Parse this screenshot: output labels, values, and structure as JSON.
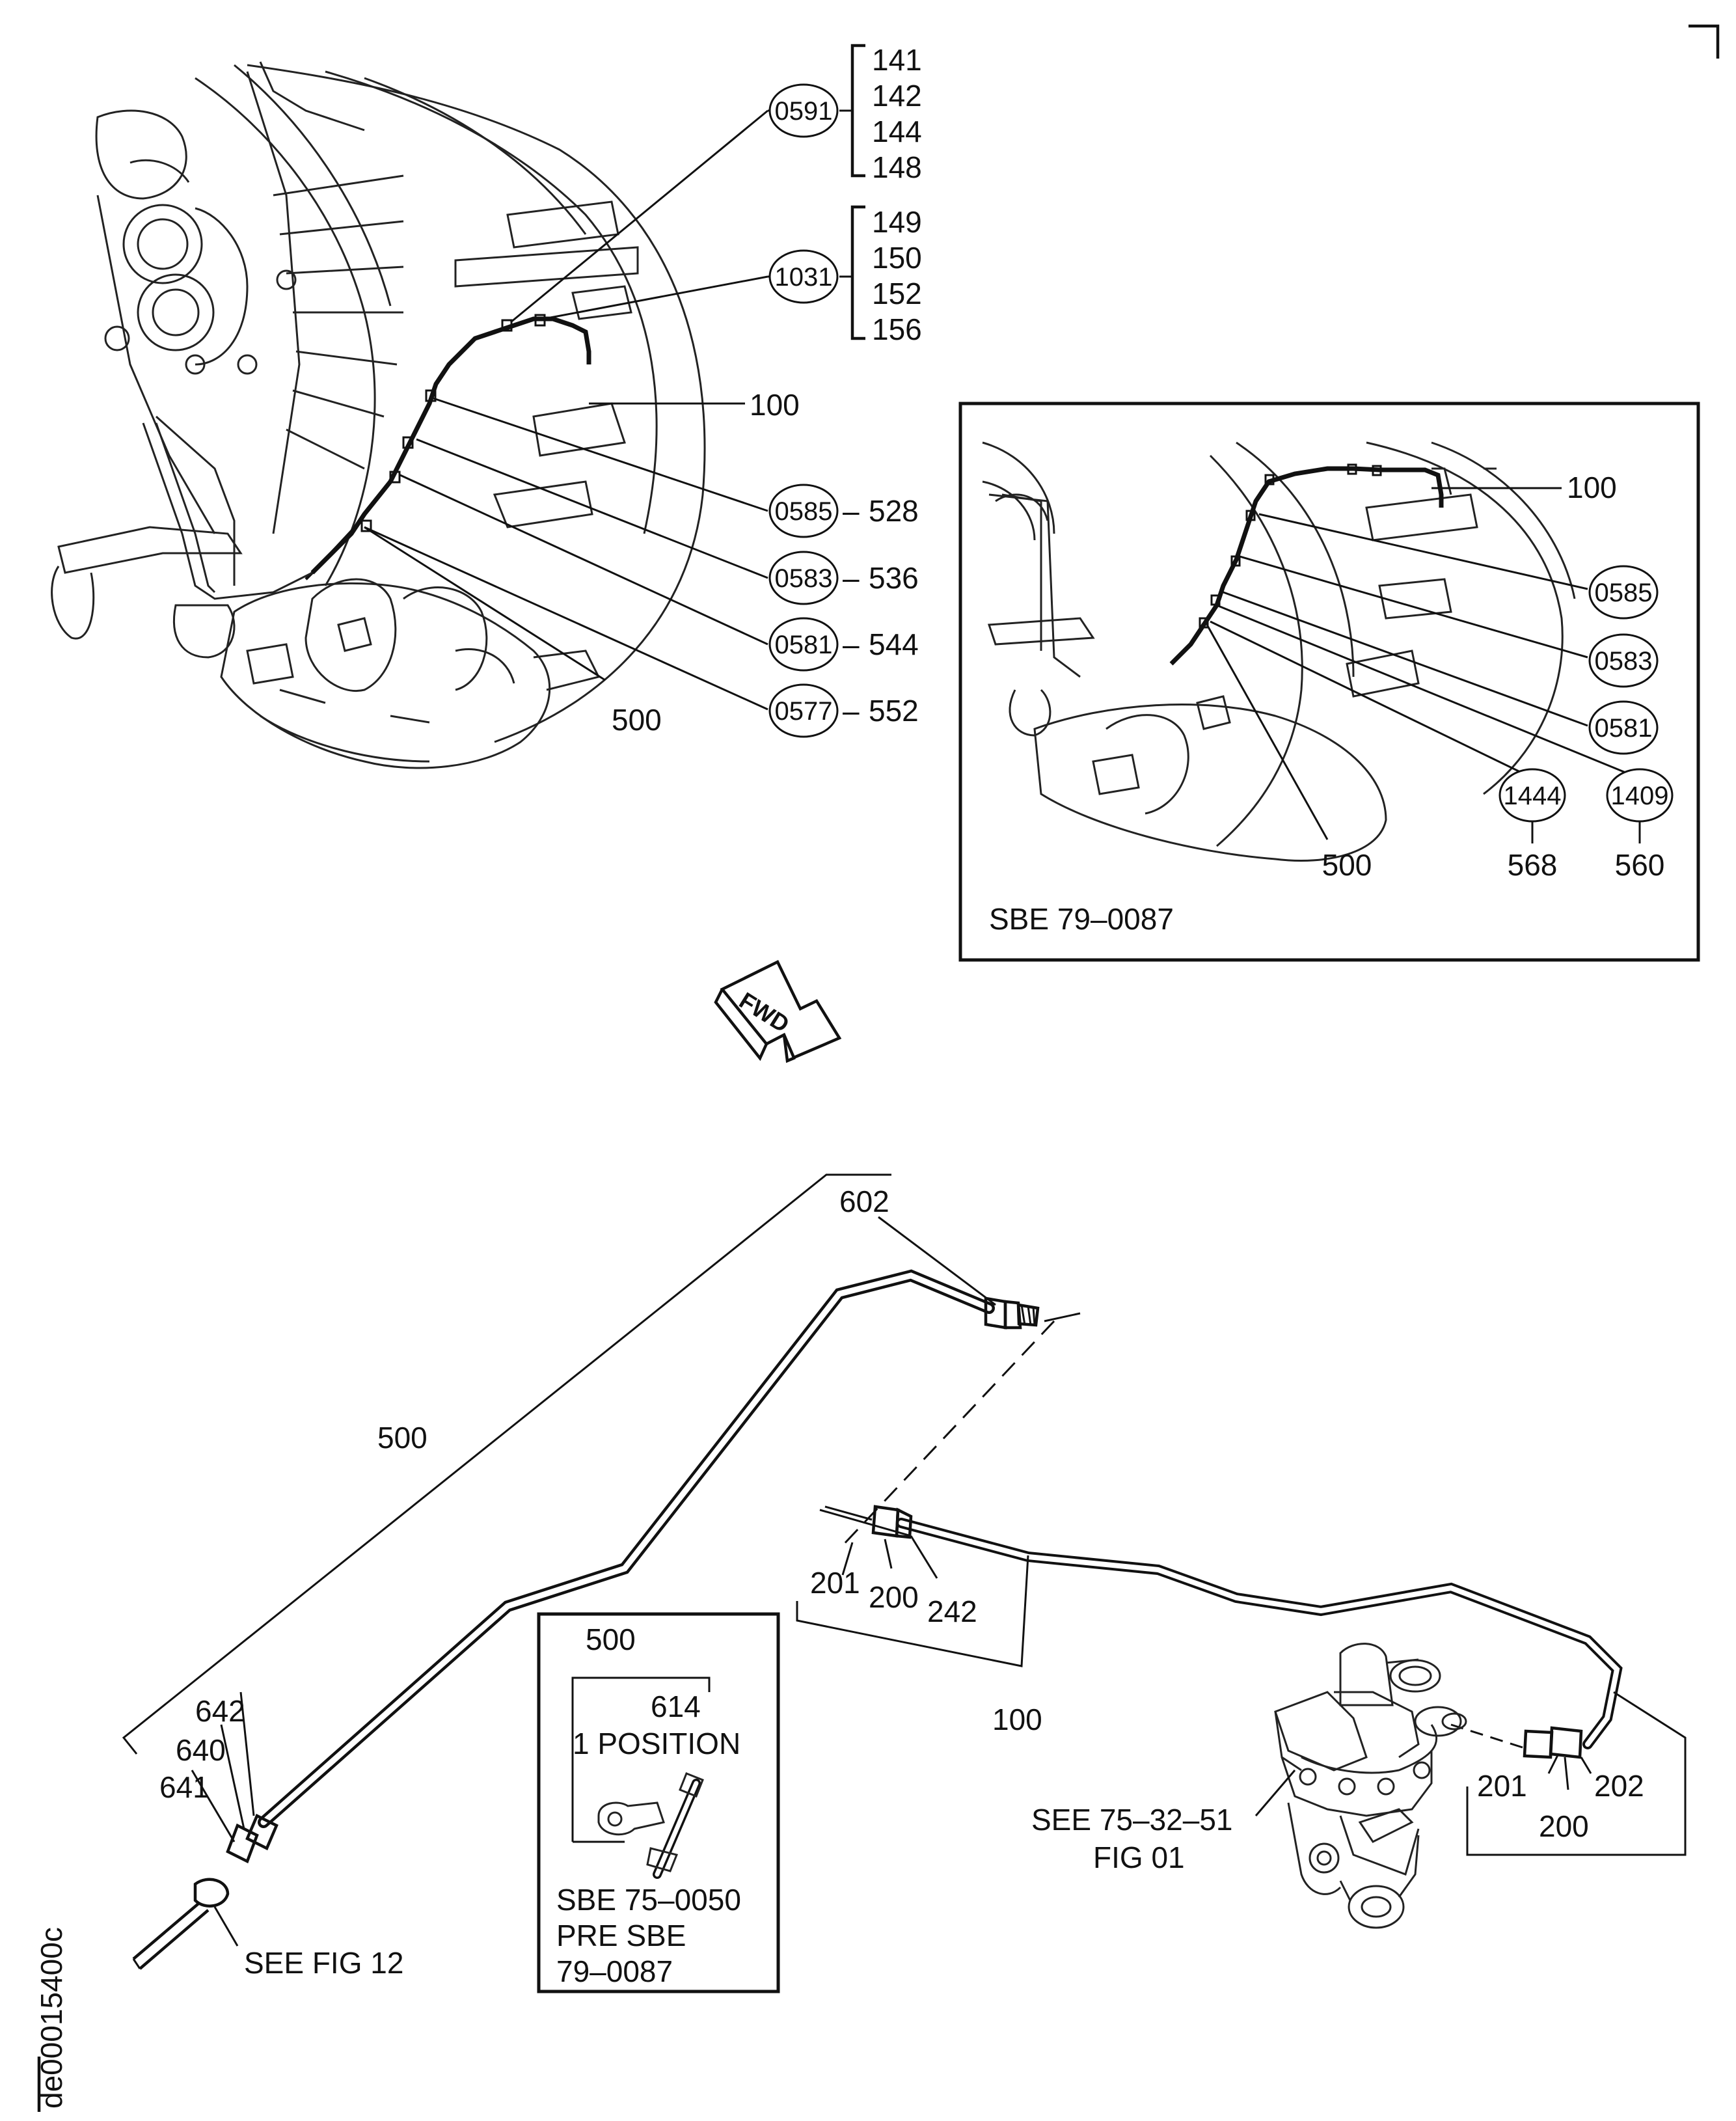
{
  "drawing_id": "de00015400c",
  "orientation_label": "FWD",
  "main_view": {
    "bracket_groups": [
      {
        "circle": "0591",
        "items": [
          "141",
          "142",
          "144",
          "148"
        ]
      },
      {
        "circle": "1031",
        "items": [
          "149",
          "150",
          "152",
          "156"
        ]
      }
    ],
    "labels": {
      "tube_100": "100",
      "tube_500": "500",
      "dash": "–"
    },
    "clamp_callouts": [
      {
        "circle": "0585",
        "item": "528"
      },
      {
        "circle": "0583",
        "item": "536"
      },
      {
        "circle": "0581",
        "item": "544"
      },
      {
        "circle": "0577",
        "item": "552"
      }
    ]
  },
  "inset_sbe": {
    "caption": "SBE 79–0087",
    "label_100": "100",
    "label_500": "500",
    "circles": [
      "0585",
      "0583",
      "0581"
    ],
    "stacked": [
      {
        "circle": "1444",
        "item": "568"
      },
      {
        "circle": "1409",
        "item": "560"
      }
    ]
  },
  "exploded_view": {
    "label_602": "602",
    "label_500": "500",
    "label_642": "642",
    "label_640": "640",
    "label_641": "641",
    "see_fig_12": "SEE FIG 12",
    "left_fitting": {
      "a": "201",
      "b": "200",
      "c": "242"
    },
    "label_100": "100",
    "right_fitting": {
      "a": "201",
      "b": "202",
      "c": "200"
    },
    "see_ref_line1": "SEE 75–32–51",
    "see_ref_line2": "FIG 01"
  },
  "inset_pre_sbe": {
    "label_500": "500",
    "label_614": "614",
    "position": "1 POSITION",
    "caption_line1": "SBE 75–0050",
    "caption_line2": "PRE SBE",
    "caption_line3": "79–0087"
  }
}
